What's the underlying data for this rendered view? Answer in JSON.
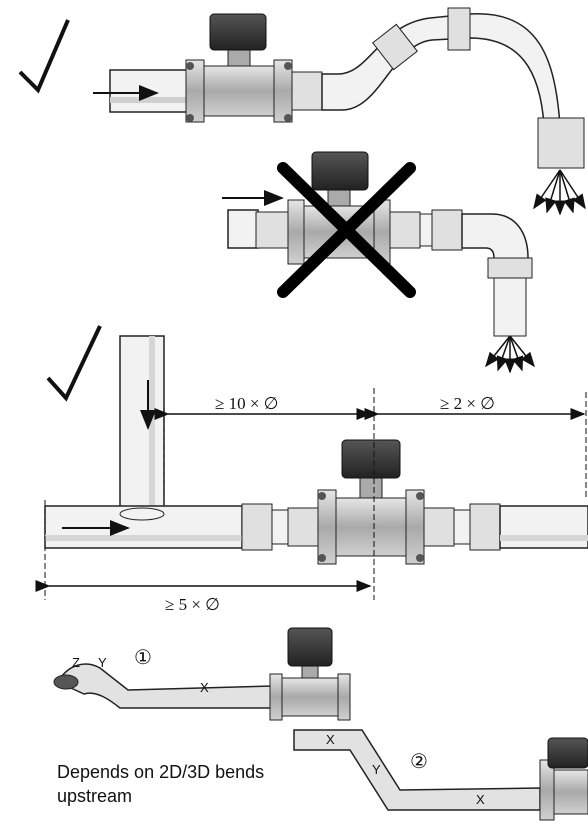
{
  "figure": {
    "colors": {
      "pipe_fill": "#dcdcdc",
      "pipe_stroke": "#222222",
      "meter_dark": "#333333",
      "meter_body": "#b8b8b8",
      "bad_mark": "#000000"
    },
    "icons": [
      "checkmark-icon",
      "cross-icon",
      "flow-arrow-icon",
      "flowmeter-icon"
    ]
  },
  "dimensions": {
    "upstream": "≥ 10 × ∅",
    "downstream": "≥ 2 × ∅",
    "tee_upstream": "≥ 5 × ∅"
  },
  "bends": {
    "marker_1": "①",
    "marker_2": "②",
    "axis_x": "X",
    "axis_y": "Y",
    "axis_z": "Z"
  },
  "note": {
    "line1": "Depends on 2D/3D bends",
    "line2": "upstream"
  }
}
